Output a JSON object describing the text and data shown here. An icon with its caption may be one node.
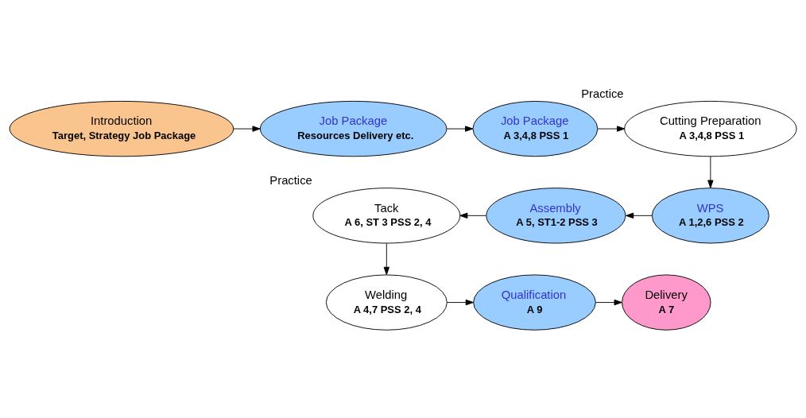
{
  "diagram": {
    "nodes": [
      {
        "text": [
          "Introduction",
          "Target, Strategy Job Package"
        ]
      },
      {
        "text": [
          "Job Package",
          "Resources Delivery etc."
        ]
      },
      {
        "text": [
          "Job Package",
          "A 3,4,8 PSS 1"
        ]
      },
      {
        "text": [
          "Cutting Preparation",
          "A 3,4,8 PSS 1"
        ],
        "beside": [
          "Practice"
        ]
      },
      {
        "text": [
          "WPS",
          "A 1,2,6 PSS 2"
        ]
      },
      {
        "text": [
          "Assembly",
          "A 5, ST1-2 PSS 3"
        ]
      },
      {
        "text": [
          "Tack",
          "A 6, ST 3 PSS 2, 4"
        ],
        "beside": [
          "Practice"
        ]
      },
      {
        "text": [
          "Welding",
          "A 4,7 PSS 2, 4"
        ]
      },
      {
        "text": [
          "Qualification",
          "A 9"
        ]
      },
      {
        "text": [
          "Delivery",
          "A 7"
        ]
      }
    ],
    "edges": [
      {
        "from": 0,
        "to": 1,
        "arrow": "to"
      },
      {
        "from": 1,
        "to": 2,
        "arrow": "to"
      },
      {
        "from": 2,
        "to": 3,
        "arrow": "to"
      },
      {
        "from": 3,
        "to": 4,
        "arrow": "to"
      },
      {
        "from": 4,
        "to": 5,
        "arrow": "to"
      },
      {
        "from": 5,
        "to": 6,
        "arrow": "to"
      },
      {
        "from": 6,
        "to": 7,
        "arrow": "to"
      },
      {
        "from": 7,
        "to": 8,
        "arrow": "to"
      },
      {
        "from": 8,
        "to": 9,
        "arrow": "to"
      }
    ]
  }
}
